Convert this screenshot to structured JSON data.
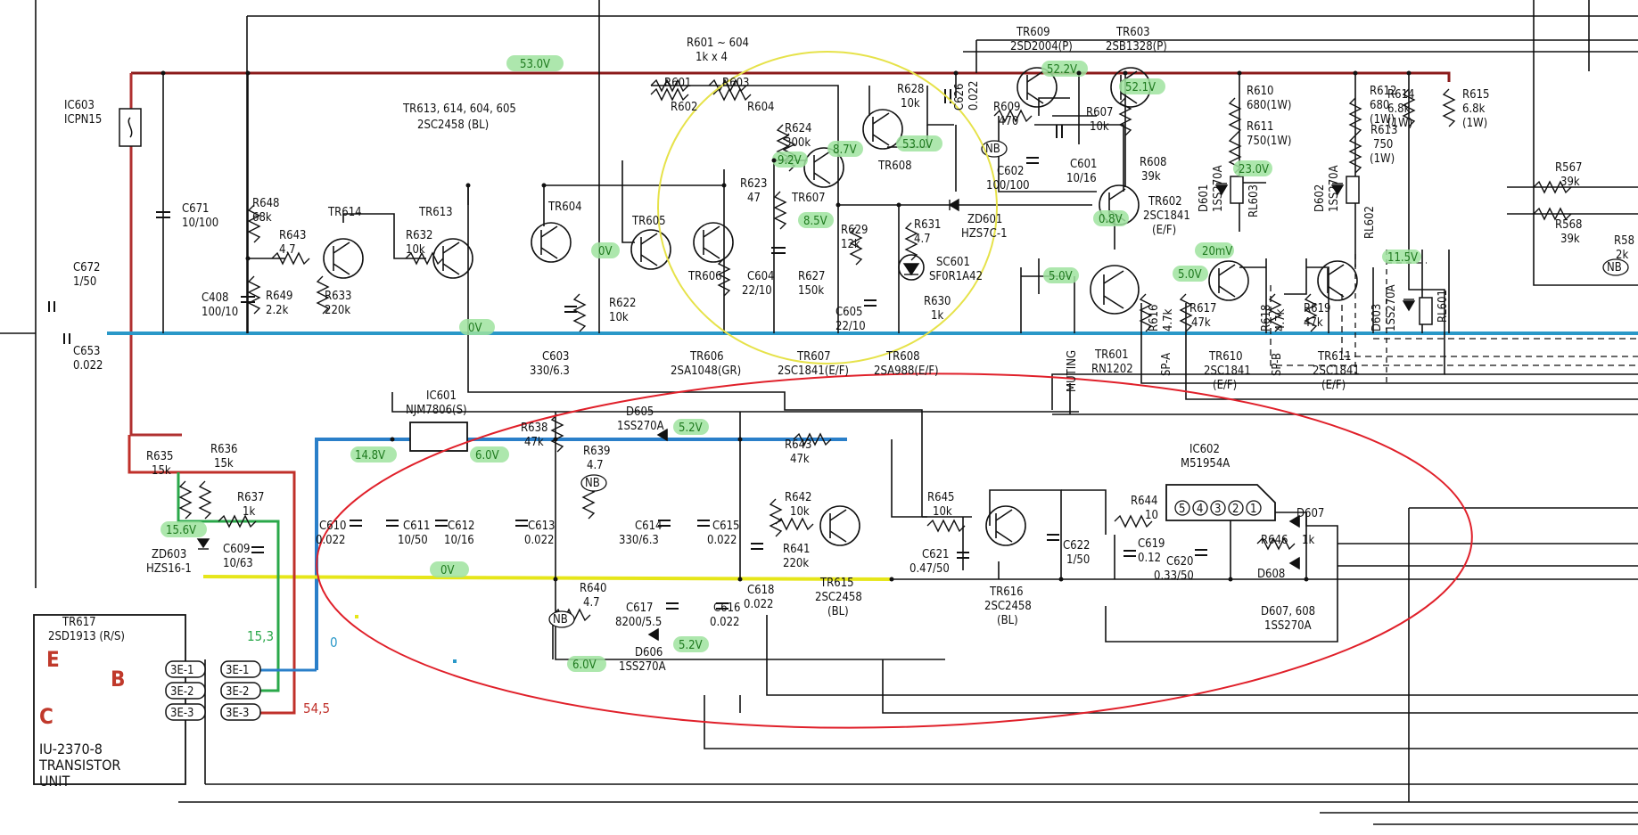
{
  "components": [
    {
      "id": "ic603",
      "lines": [
        "IC603",
        "ICPN15"
      ]
    },
    {
      "id": "c671",
      "lines": [
        "C671",
        "10/100"
      ]
    },
    {
      "id": "r648",
      "lines": [
        "R648",
        "68k"
      ]
    },
    {
      "id": "r643a",
      "lines": [
        "R643",
        "4.7"
      ]
    },
    {
      "id": "tr614",
      "lines": [
        "TR614"
      ]
    },
    {
      "id": "tr613",
      "lines": [
        "TR613"
      ]
    },
    {
      "id": "tr604",
      "lines": [
        "TR604"
      ]
    },
    {
      "id": "tr605",
      "lines": [
        "TR605"
      ]
    },
    {
      "id": "tr606",
      "lines": [
        "TR606"
      ]
    },
    {
      "id": "r632",
      "lines": [
        "R632",
        "10k"
      ]
    },
    {
      "id": "c408",
      "lines": [
        "C408",
        "100/10"
      ]
    },
    {
      "id": "r649",
      "lines": [
        "R649",
        "2.2k"
      ]
    },
    {
      "id": "r633",
      "lines": [
        "R633",
        "220k"
      ]
    },
    {
      "id": "c672",
      "lines": [
        "C672",
        "1/50"
      ]
    },
    {
      "id": "c653",
      "lines": [
        "C653",
        "0.022"
      ]
    },
    {
      "id": "c603",
      "lines": [
        "C603",
        "330/6.3"
      ]
    },
    {
      "id": "r622",
      "lines": [
        "R622",
        "10k"
      ]
    },
    {
      "id": "r601_604",
      "lines": [
        "R601 ~ 604",
        "1k x 4"
      ]
    },
    {
      "id": "r601",
      "lines": [
        "R601"
      ]
    },
    {
      "id": "r603",
      "lines": [
        "R603"
      ]
    },
    {
      "id": "r602",
      "lines": [
        "R602"
      ]
    },
    {
      "id": "r604",
      "lines": [
        "R604"
      ]
    },
    {
      "id": "trgroup",
      "lines": [
        "TR613, 614, 604, 605",
        "2SC2458 (BL)"
      ]
    },
    {
      "id": "r624",
      "lines": [
        "R624",
        "300k"
      ]
    },
    {
      "id": "r623",
      "lines": [
        "R623",
        "47"
      ]
    },
    {
      "id": "tr607",
      "lines": [
        "TR607"
      ]
    },
    {
      "id": "r628",
      "lines": [
        "R628",
        "10k"
      ]
    },
    {
      "id": "c626",
      "lines": [
        "C626",
        "0.022"
      ]
    },
    {
      "id": "tr608",
      "lines": [
        "TR608"
      ]
    },
    {
      "id": "c604",
      "lines": [
        "C604",
        "22/10"
      ]
    },
    {
      "id": "r627",
      "lines": [
        "R627",
        "150k"
      ]
    },
    {
      "id": "r629",
      "lines": [
        "R629",
        "12k"
      ]
    },
    {
      "id": "r631",
      "lines": [
        "R631",
        "4.7"
      ]
    },
    {
      "id": "sc601",
      "lines": [
        "SC601",
        "SF0R1A42"
      ]
    },
    {
      "id": "c605",
      "lines": [
        "C605",
        "22/10"
      ]
    },
    {
      "id": "r630",
      "lines": [
        "R630",
        "1k"
      ]
    },
    {
      "id": "zd601",
      "lines": [
        "ZD601",
        "HZS7C-1"
      ]
    },
    {
      "id": "tr609",
      "lines": [
        "TR609",
        "2SD2004(P)"
      ]
    },
    {
      "id": "tr603",
      "lines": [
        "TR603",
        "2SB1328(P)"
      ]
    },
    {
      "id": "r609",
      "lines": [
        "R609",
        "470"
      ]
    },
    {
      "id": "r607",
      "lines": [
        "R607",
        "10k"
      ]
    },
    {
      "id": "c602",
      "lines": [
        "C602",
        "100/100"
      ]
    },
    {
      "id": "c601",
      "lines": [
        "C601",
        "10/16"
      ]
    },
    {
      "id": "r608",
      "lines": [
        "R608",
        "39k"
      ]
    },
    {
      "id": "tr602",
      "lines": [
        "TR602",
        "2SC1841",
        "(E/F)"
      ]
    },
    {
      "id": "r610",
      "lines": [
        "R610",
        "680(1W)"
      ]
    },
    {
      "id": "r611",
      "lines": [
        "R611",
        "750(1W)"
      ]
    },
    {
      "id": "r612",
      "lines": [
        "R612",
        "680",
        "(1W)"
      ]
    },
    {
      "id": "r613",
      "lines": [
        "R613",
        "750",
        "(1W)"
      ]
    },
    {
      "id": "r614",
      "lines": [
        "R614",
        "6.8k",
        "(1W)"
      ]
    },
    {
      "id": "r615",
      "lines": [
        "R615",
        "6.8k",
        "(1W)"
      ]
    },
    {
      "id": "r567",
      "lines": [
        "R567",
        "39k"
      ]
    },
    {
      "id": "r568",
      "lines": [
        "R568",
        "39k"
      ]
    },
    {
      "id": "r58x",
      "lines": [
        "R58",
        "2k"
      ]
    },
    {
      "id": "tr601",
      "lines": [
        "TR601",
        "RN1202"
      ]
    },
    {
      "id": "muting",
      "lines": [
        "MUTING"
      ]
    },
    {
      "id": "r616",
      "lines": [
        "R616",
        "4.7k"
      ]
    },
    {
      "id": "r617",
      "lines": [
        "R617",
        "47k"
      ]
    },
    {
      "id": "tr610",
      "lines": [
        "TR610",
        "2SC1841",
        "(E/F)"
      ]
    },
    {
      "id": "spa",
      "lines": [
        "SP-A"
      ]
    },
    {
      "id": "spb",
      "lines": [
        "SP-B"
      ]
    },
    {
      "id": "r618",
      "lines": [
        "R618",
        "4.7k"
      ]
    },
    {
      "id": "r619",
      "lines": [
        "R619",
        "47k"
      ]
    },
    {
      "id": "tr611",
      "lines": [
        "TR611",
        "2SC1841",
        "(E/F)"
      ]
    },
    {
      "id": "d601",
      "lines": [
        "D601",
        "1SS270A"
      ]
    },
    {
      "id": "rl603",
      "lines": [
        "RL603"
      ]
    },
    {
      "id": "d602",
      "lines": [
        "D602",
        "1SS270A"
      ]
    },
    {
      "id": "rl602",
      "lines": [
        "RL602"
      ]
    },
    {
      "id": "d603",
      "lines": [
        "D603",
        "1SS270A"
      ]
    },
    {
      "id": "rl601",
      "lines": [
        "RL601"
      ]
    },
    {
      "id": "tr606b",
      "lines": [
        "TR606",
        "2SA1048(GR)"
      ]
    },
    {
      "id": "tr607b",
      "lines": [
        "TR607",
        "2SC1841(E/F)"
      ]
    },
    {
      "id": "tr608b",
      "lines": [
        "TR608",
        "2SA988(E/F)"
      ]
    },
    {
      "id": "ic601",
      "lines": [
        "IC601",
        "NJM7806(S)"
      ]
    },
    {
      "id": "r638",
      "lines": [
        "R638",
        "47k"
      ]
    },
    {
      "id": "d605",
      "lines": [
        "D605",
        "1SS270A"
      ]
    },
    {
      "id": "r639",
      "lines": [
        "R639",
        "4.7"
      ]
    },
    {
      "id": "r643b",
      "lines": [
        "R643",
        "47k"
      ]
    },
    {
      "id": "r642",
      "lines": [
        "R642",
        "10k"
      ]
    },
    {
      "id": "r641",
      "lines": [
        "R641",
        "220k"
      ]
    },
    {
      "id": "c610",
      "lines": [
        "C610",
        "0.022"
      ]
    },
    {
      "id": "c611",
      "lines": [
        "C611",
        "10/50"
      ]
    },
    {
      "id": "c612",
      "lines": [
        "C612",
        "10/16"
      ]
    },
    {
      "id": "c613",
      "lines": [
        "C613",
        "0.022"
      ]
    },
    {
      "id": "c614",
      "lines": [
        "C614",
        "330/6.3"
      ]
    },
    {
      "id": "c615",
      "lines": [
        "C615",
        "0.022"
      ]
    },
    {
      "id": "tr615",
      "lines": [
        "TR615",
        "2SC2458",
        "(BL)"
      ]
    },
    {
      "id": "r645",
      "lines": [
        "R645",
        "10k"
      ]
    },
    {
      "id": "c621",
      "lines": [
        "C621",
        "0.47/50"
      ]
    },
    {
      "id": "c622",
      "lines": [
        "C622",
        "1/50"
      ]
    },
    {
      "id": "tr616",
      "lines": [
        "TR616",
        "2SC2458",
        "(BL)"
      ]
    },
    {
      "id": "ic602",
      "lines": [
        "IC602",
        "M51954A"
      ]
    },
    {
      "id": "r644",
      "lines": [
        "R644",
        "10"
      ]
    },
    {
      "id": "c619",
      "lines": [
        "C619",
        "0.12"
      ]
    },
    {
      "id": "c620",
      "lines": [
        "C620",
        "0.33/50"
      ]
    },
    {
      "id": "r646",
      "lines": [
        "R646",
        "1k"
      ]
    },
    {
      "id": "d607",
      "lines": [
        "D607"
      ]
    },
    {
      "id": "d608",
      "lines": [
        "D608"
      ]
    },
    {
      "id": "d607_608",
      "lines": [
        "D607, 608",
        "1SS270A"
      ]
    },
    {
      "id": "r640",
      "lines": [
        "R640",
        "4.7"
      ]
    },
    {
      "id": "c617",
      "lines": [
        "C617",
        "8200/5.5"
      ]
    },
    {
      "id": "c616",
      "lines": [
        "C616",
        "0.022"
      ]
    },
    {
      "id": "c618",
      "lines": [
        "C618",
        "0.022"
      ]
    },
    {
      "id": "d606",
      "lines": [
        "D606",
        "1SS270A"
      ]
    },
    {
      "id": "r635",
      "lines": [
        "R635",
        "15k"
      ]
    },
    {
      "id": "r636",
      "lines": [
        "R636",
        "15k"
      ]
    },
    {
      "id": "r637",
      "lines": [
        "R637",
        "1k"
      ]
    },
    {
      "id": "c609",
      "lines": [
        "C609",
        "10/63"
      ]
    },
    {
      "id": "zd603",
      "lines": [
        "ZD603",
        "HZS16-1"
      ]
    },
    {
      "id": "tr617",
      "lines": [
        "TR617",
        "2SD1913 (R/S)"
      ]
    },
    {
      "id": "iu",
      "lines": [
        "IU-2370-8",
        "TRANSISTOR",
        "UNIT"
      ]
    }
  ],
  "nb_marks": [
    "NB",
    "NB",
    "NB",
    "NB"
  ],
  "pins": [
    "5",
    "4",
    "3",
    "2",
    "1"
  ],
  "connectors": [
    "3E-1",
    "3E-2",
    "3E-3",
    "3E-1",
    "3E-2",
    "3E-3"
  ],
  "voltages": [
    "53.0V",
    "9.2V",
    "8.7V",
    "53.0V",
    "52.2V",
    "52.1V",
    "8.5V",
    "0V",
    "0V",
    "0.8V",
    "23.0V",
    "20mV",
    "5.0V",
    "5.0V",
    "11.5V",
    "14.8V",
    "6.0V",
    "5.2V",
    "15.6V",
    "0V",
    "5.2V",
    "6.0V"
  ],
  "hand_labels": {
    "e": "E",
    "b": "B",
    "c": "C",
    "v15": "15,3",
    "v0": "0",
    "v54": "54,5"
  }
}
